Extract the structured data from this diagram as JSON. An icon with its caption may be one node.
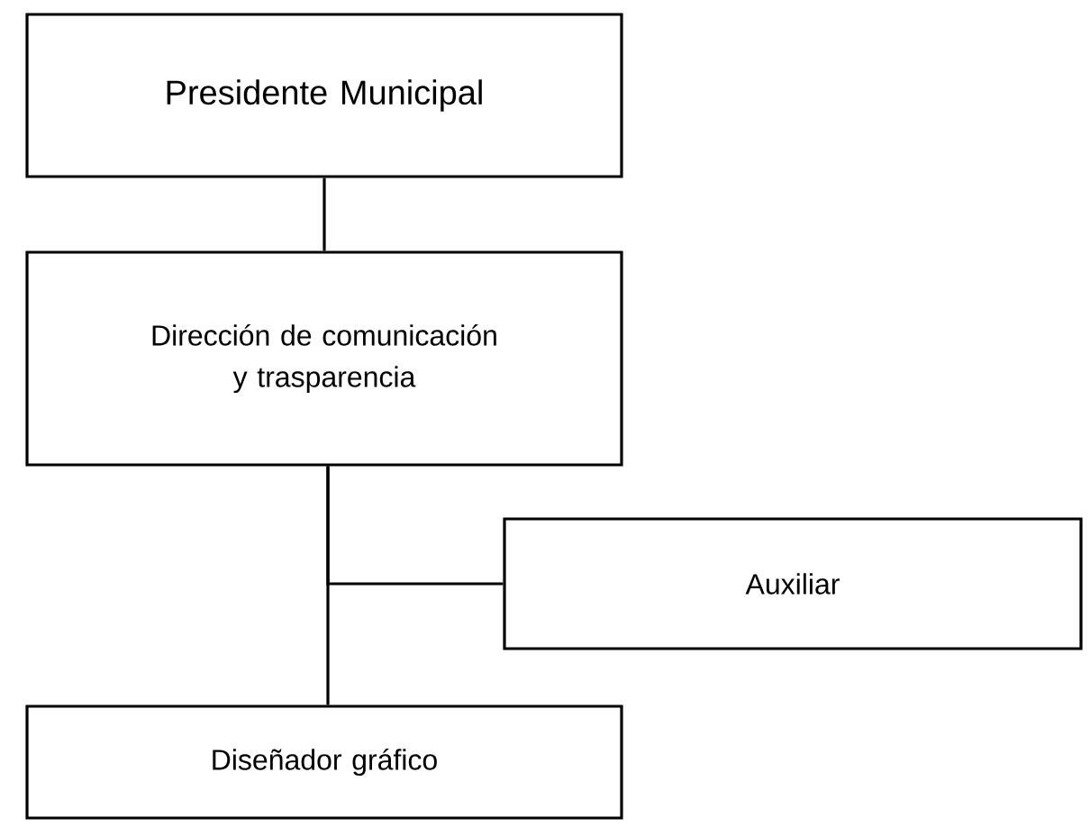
{
  "diagram": {
    "nodes": [
      {
        "text": [
          "Presidente Municipal"
        ]
      },
      {
        "text": [
          "Dirección de comunicación y trasparencia"
        ]
      },
      {
        "text": [
          "Auxiliar"
        ]
      },
      {
        "text": [
          "Diseñador gráfico"
        ]
      }
    ],
    "edges": [
      {
        "from": 0,
        "to": 1,
        "arrow": "none"
      },
      {
        "from": 1,
        "to": 2,
        "arrow": "none"
      },
      {
        "from": 1,
        "to": 3,
        "arrow": "none"
      }
    ]
  }
}
